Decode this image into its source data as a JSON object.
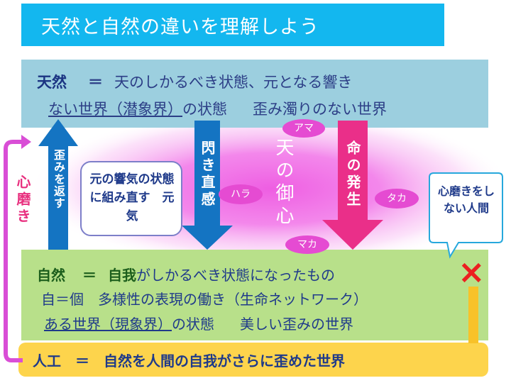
{
  "title": "天然と自然の違いを理解しよう",
  "heaven": {
    "term": "天然",
    "eq": "＝",
    "line1_rest": "天のしかるべき状態、元となる響き",
    "line2_link": "ない世界（潜象界）",
    "line2_mid": "の状態",
    "line2_tail": "歪み濁りのない世界"
  },
  "arrows": {
    "return": "歪みを返す",
    "intuition": "閃き直感",
    "life": "命の発生"
  },
  "polish_side": "心磨き",
  "restore_box": "元の響気の状態に組み直す　元気",
  "heart_of_heaven": "天の御心",
  "ovals": {
    "ama": "アマ",
    "hara": "ハラ",
    "taka": "タカ",
    "maka": "マカ"
  },
  "callout": "心磨きをしない人間",
  "x_mark": "×",
  "nature": {
    "term": "自然",
    "eq": "＝",
    "ego": "自我",
    "line1_rest": "がしかるべき状態になったもの",
    "line2": "自＝個　多様性の表現の働き（生命ネットワーク）",
    "line3_link": "ある世界（現象界）",
    "line3_mid": "の状態",
    "line3_tail": "美しい歪みの世界"
  },
  "artificial": "人工　＝　自然を人間の自我がさらに歪めた世界",
  "colors": {
    "title_bg": "#13b7ef",
    "heaven_bg": "#9ccfdf",
    "nature_bg": "#b8e08a",
    "artificial_bg": "#fdd44c",
    "pink_glow": "#ec57de",
    "arrow_blue": "#1474c2",
    "arrow_pink": "#ea2f89",
    "arrow_magenta": "#d94ed6",
    "x_red": "#ec2020",
    "orange": "#f8c229"
  }
}
